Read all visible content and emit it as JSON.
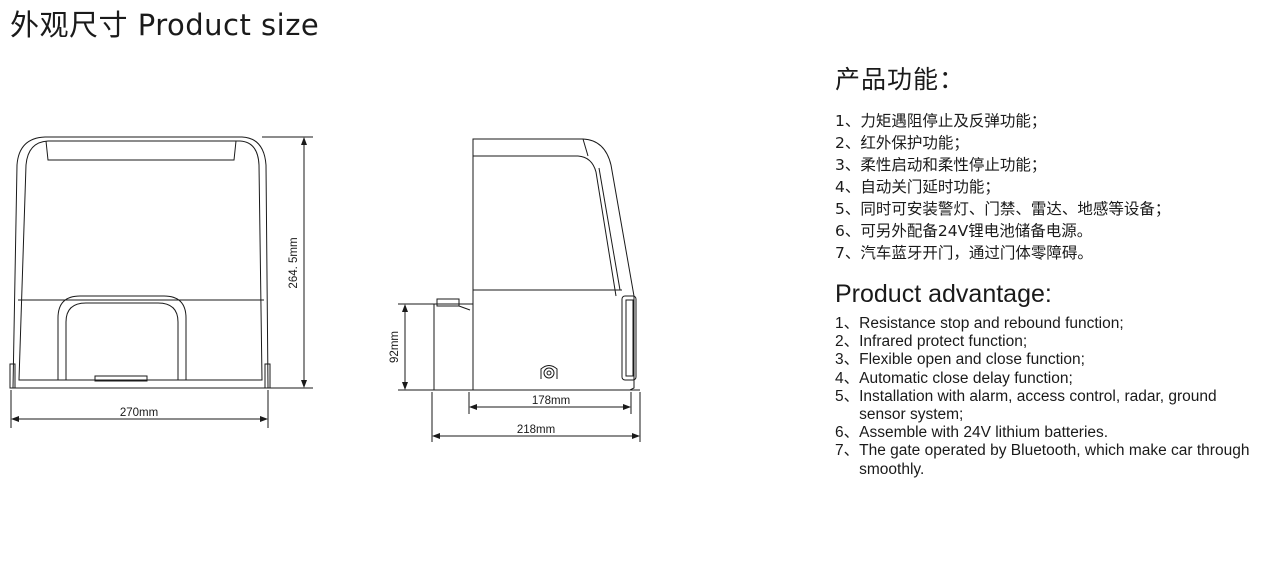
{
  "page_title": "外观尺寸 Product size",
  "dimensions": {
    "height_front": "264. 5mm",
    "width_front": "270mm",
    "height_side": "92mm",
    "width_inner": "178mm",
    "width_outer": "218mm"
  },
  "functions_cn": {
    "heading": "产品功能：",
    "items": [
      "1、力矩遇阻停止及反弹功能；",
      "2、红外保护功能；",
      "3、柔性启动和柔性停止功能；",
      "4、自动关门延时功能；",
      "5、同时可安装警灯、门禁、雷达、地感等设备；",
      "6、可另外配备24V锂电池储备电源。",
      "7、汽车蓝牙开门，通过门体零障碍。"
    ]
  },
  "advantages_en": {
    "heading": "Product advantage:",
    "items": [
      {
        "num": "1、",
        "text": "Resistance stop and rebound function;"
      },
      {
        "num": "2、",
        "text": "Infrared protect function;"
      },
      {
        "num": "3、",
        "text": "Flexible open and close function;"
      },
      {
        "num": "4、",
        "text": "Automatic close delay function;"
      },
      {
        "num": "5、",
        "text": "Installation with alarm, access control, radar, ground sensor system;"
      },
      {
        "num": "6、",
        "text": "Assemble with 24V lithium batteries."
      },
      {
        "num": "7、",
        "text": "The gate operated by Bluetooth, which make car through smoothly."
      }
    ]
  }
}
